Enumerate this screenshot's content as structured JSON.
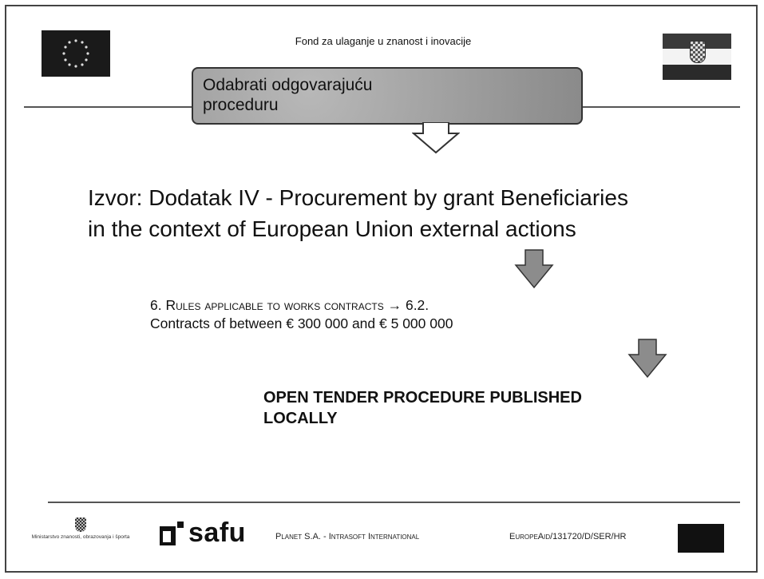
{
  "header": {
    "title": "Fond za ulaganje u znanost i inovacije"
  },
  "callout": {
    "line1": "Odabrati odgovarajuću",
    "line2": "proceduru"
  },
  "body": {
    "line1": "Izvor: Dodatak IV - Procurement by grant Beneficiaries",
    "line2": "in the context of European Union external actions"
  },
  "rules": {
    "prefix": "6. ",
    "smallcaps": "Rules applicable to works contracts",
    "suffix": " → 6.2.",
    "line2": "Contracts of between € 300 000 and € 5 000 000"
  },
  "result": {
    "line1": "OPEN TENDER PROCEDURE PUBLISHED",
    "line2": "LOCALLY"
  },
  "footer": {
    "ministry": "Ministarstvo znanosti, obrazovanja i športa",
    "safu": "safu",
    "planet": "Planet S.A. - Intrasoft International",
    "europeaid": "EuropeAid/131720/D/SER/HR"
  },
  "colors": {
    "callout_fill": "#9c9c9c",
    "arrow_fill": "#8c8c8c",
    "rule_line": "#555555"
  }
}
